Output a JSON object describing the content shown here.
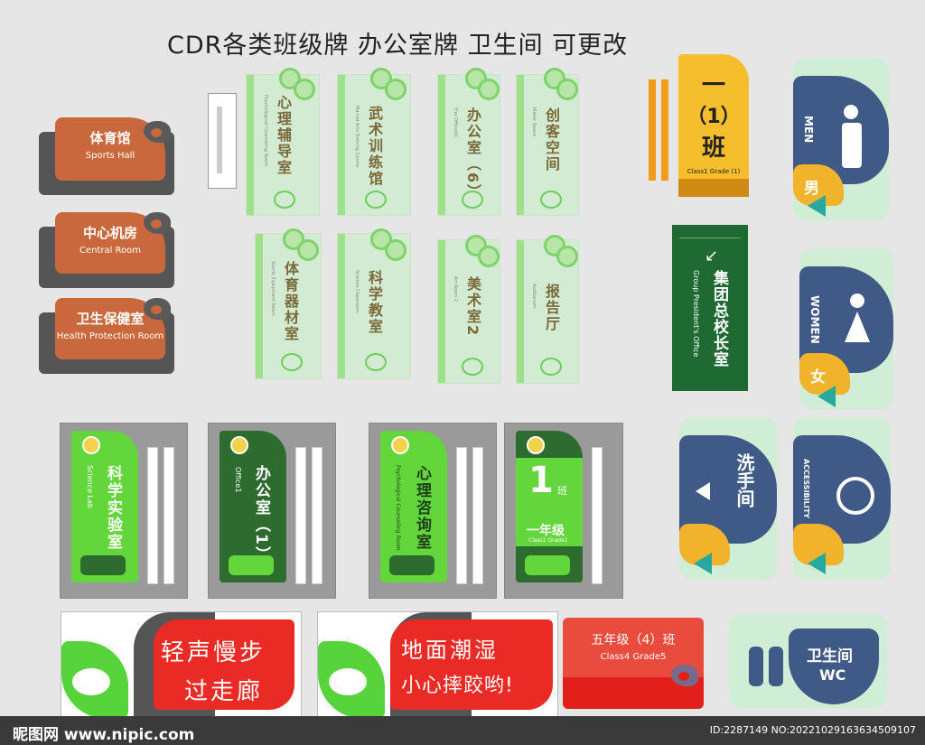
{
  "title": "CDR各类班级牌 办公室牌 卫生间  可更改",
  "orange_signs": [
    {
      "cn": "体育馆",
      "en": "Sports Hall"
    },
    {
      "cn": "中心机房",
      "en": "Central Room"
    },
    {
      "cn": "卫生保健室",
      "en": "Health Protection Room"
    }
  ],
  "acrylic_signs": [
    {
      "cn": "心理辅导室",
      "en": "Psychological Counseling Room"
    },
    {
      "cn": "武术训练馆",
      "en": "Martial Arts Training Centre"
    },
    {
      "cn": "办公室（6）",
      "en": "The Office(6)"
    },
    {
      "cn": "创客空间",
      "en": "Maker Space"
    },
    {
      "cn": "体育器材室",
      "en": "Sports Equipment Room"
    },
    {
      "cn": "科学教室",
      "en": "Science Classroom"
    },
    {
      "cn": "美术室2",
      "en": "Art Room 2"
    },
    {
      "cn": "报告厅",
      "en": "Auditorium"
    }
  ],
  "class_sign": {
    "line1": "一",
    "line2": "（1）",
    "line3": "班",
    "en": "Class1 Grade (1)"
  },
  "president_sign": {
    "cn": "集团总校长室",
    "en": "Group President's Office",
    "arrow": "↙"
  },
  "gray_signs": [
    {
      "cn": "科学实验室",
      "en": "Science Lab"
    },
    {
      "cn": "办公室（1）",
      "en": "Office1"
    },
    {
      "cn": "心理咨询室",
      "en": "Psychological Counseling Room"
    },
    {
      "num": "1",
      "ban": "班",
      "grade": "一年级",
      "en": "Class1 Grade1"
    }
  ],
  "restroom": {
    "men": {
      "en": "MEN",
      "cn": "男"
    },
    "women": {
      "en": "WOMEN",
      "cn": "女"
    },
    "wash": {
      "cn": "洗手间"
    },
    "access": {
      "en": "ACCESSIBILITY"
    },
    "wc": {
      "cn": "卫生间",
      "en": "WC"
    }
  },
  "red_signs": [
    {
      "line1": "轻声慢步",
      "line2": "过走廊"
    },
    {
      "line1": "地面潮湿",
      "line2": "小心摔跤哟!"
    }
  ],
  "grade_plate": {
    "cn": "五年级（4）班",
    "en": "Class4 Grade5"
  },
  "footer": {
    "left": "昵图网 www.nipic.com",
    "right": "ID:2287149 NO:20221029163634509107"
  },
  "colors": {
    "orange": "#c9683c",
    "navy": "#3f5a86",
    "yellow": "#f1b32c",
    "teal": "#27a9a0",
    "red": "#ea2a24",
    "green": "#2e6b2e",
    "lime": "#62d63a"
  }
}
